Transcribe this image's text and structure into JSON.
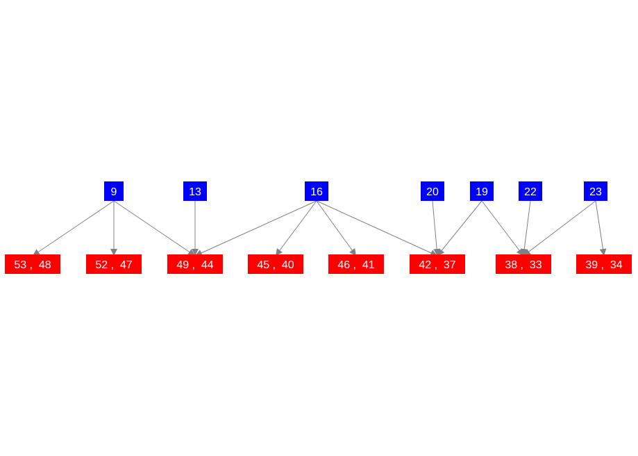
{
  "colors": {
    "top_node": "#0000ff",
    "bottom_node": "#ff0000",
    "edge": "#808080",
    "label": "#ffffff"
  },
  "top_nodes": [
    {
      "id": "t9",
      "label": "9"
    },
    {
      "id": "t13",
      "label": "13"
    },
    {
      "id": "t16",
      "label": "16"
    },
    {
      "id": "t20",
      "label": "20"
    },
    {
      "id": "t19",
      "label": "19"
    },
    {
      "id": "t22",
      "label": "22"
    },
    {
      "id": "t23",
      "label": "23"
    }
  ],
  "bottom_nodes": [
    {
      "id": "b53",
      "label": "53 ,  48"
    },
    {
      "id": "b52",
      "label": "52 ,  47"
    },
    {
      "id": "b49",
      "label": "49 ,  44"
    },
    {
      "id": "b45",
      "label": "45 ,  40"
    },
    {
      "id": "b46",
      "label": "46 ,  41"
    },
    {
      "id": "b42",
      "label": "42 ,  37"
    },
    {
      "id": "b38",
      "label": "38 ,  33"
    },
    {
      "id": "b39",
      "label": "39 ,  34"
    }
  ],
  "edges": [
    {
      "from": "t9",
      "to": "b53"
    },
    {
      "from": "t9",
      "to": "b52"
    },
    {
      "from": "t9",
      "to": "b49"
    },
    {
      "from": "t13",
      "to": "b49"
    },
    {
      "from": "t16",
      "to": "b49"
    },
    {
      "from": "t16",
      "to": "b45"
    },
    {
      "from": "t16",
      "to": "b46"
    },
    {
      "from": "t16",
      "to": "b42"
    },
    {
      "from": "t20",
      "to": "b42"
    },
    {
      "from": "t19",
      "to": "b42"
    },
    {
      "from": "t19",
      "to": "b38"
    },
    {
      "from": "t22",
      "to": "b38"
    },
    {
      "from": "t23",
      "to": "b38"
    },
    {
      "from": "t23",
      "to": "b39"
    }
  ]
}
